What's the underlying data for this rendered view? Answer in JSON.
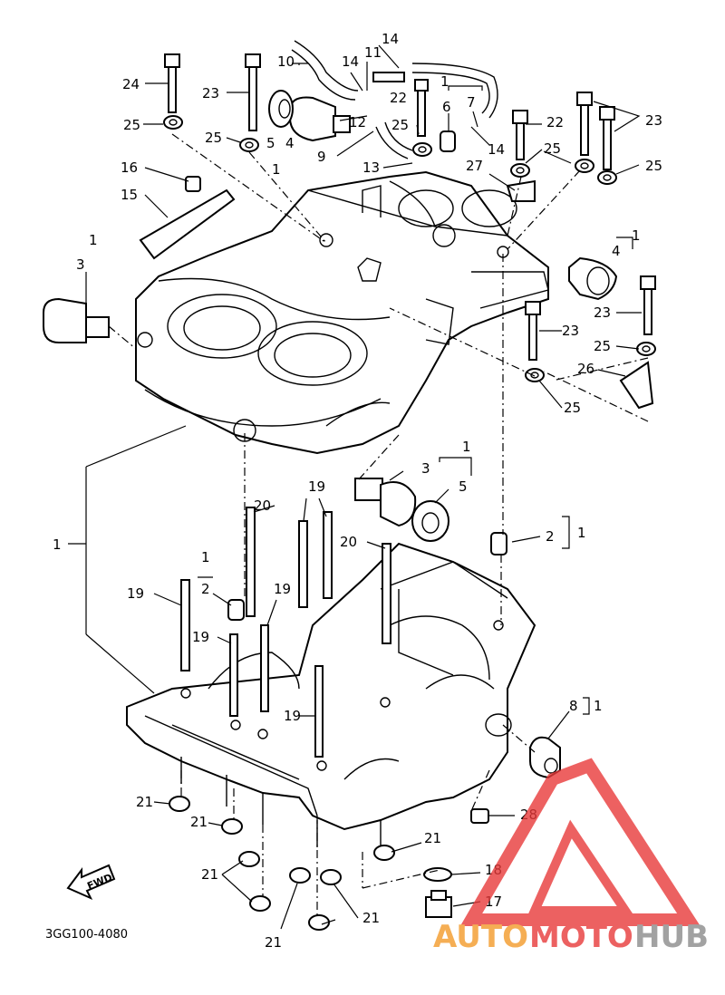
{
  "diagram": {
    "code": "3GG100-4080",
    "fwd_label": "FWD",
    "labels": {
      "l1a": "1",
      "l1b": "1",
      "l1c": "1",
      "l1d": "1",
      "l1e": "1",
      "l1f": "1",
      "l1g": "1",
      "l1h": "1",
      "l1i": "1",
      "l2a": "2",
      "l2b": "2",
      "l3a": "3",
      "l3b": "3",
      "l4a": "4",
      "l4b": "4",
      "l5a": "5",
      "l5b": "5",
      "l6": "6",
      "l7": "7",
      "l8": "8",
      "l9": "9",
      "l10": "10",
      "l11": "11",
      "l12": "12",
      "l13": "13",
      "l14a": "14",
      "l14b": "14",
      "l14c": "14",
      "l15": "15",
      "l16": "16",
      "l17": "17",
      "l18": "18",
      "l19a": "19",
      "l19b": "19",
      "l19c": "19",
      "l19d": "19",
      "l19e": "19",
      "l20a": "20",
      "l20b": "20",
      "l21a": "21",
      "l21b": "21",
      "l21c": "21",
      "l21d": "21",
      "l21e": "21",
      "l21f": "21",
      "l22a": "22",
      "l22b": "22",
      "l23a": "23",
      "l23b": "23",
      "l23c": "23",
      "l24": "24",
      "l25a": "25",
      "l25b": "25",
      "l25c": "25",
      "l25d": "25",
      "l25e": "25",
      "l25f": "25",
      "l25g": "25",
      "l26": "26",
      "l27": "27",
      "l28": "28"
    }
  },
  "watermark": {
    "part1": "AUTO",
    "part2": "MOTO",
    "part3": "HUB",
    "color_red": "#e83a3a",
    "color_orange": "#f39b2a",
    "color_gray": "#8c8c8c"
  }
}
